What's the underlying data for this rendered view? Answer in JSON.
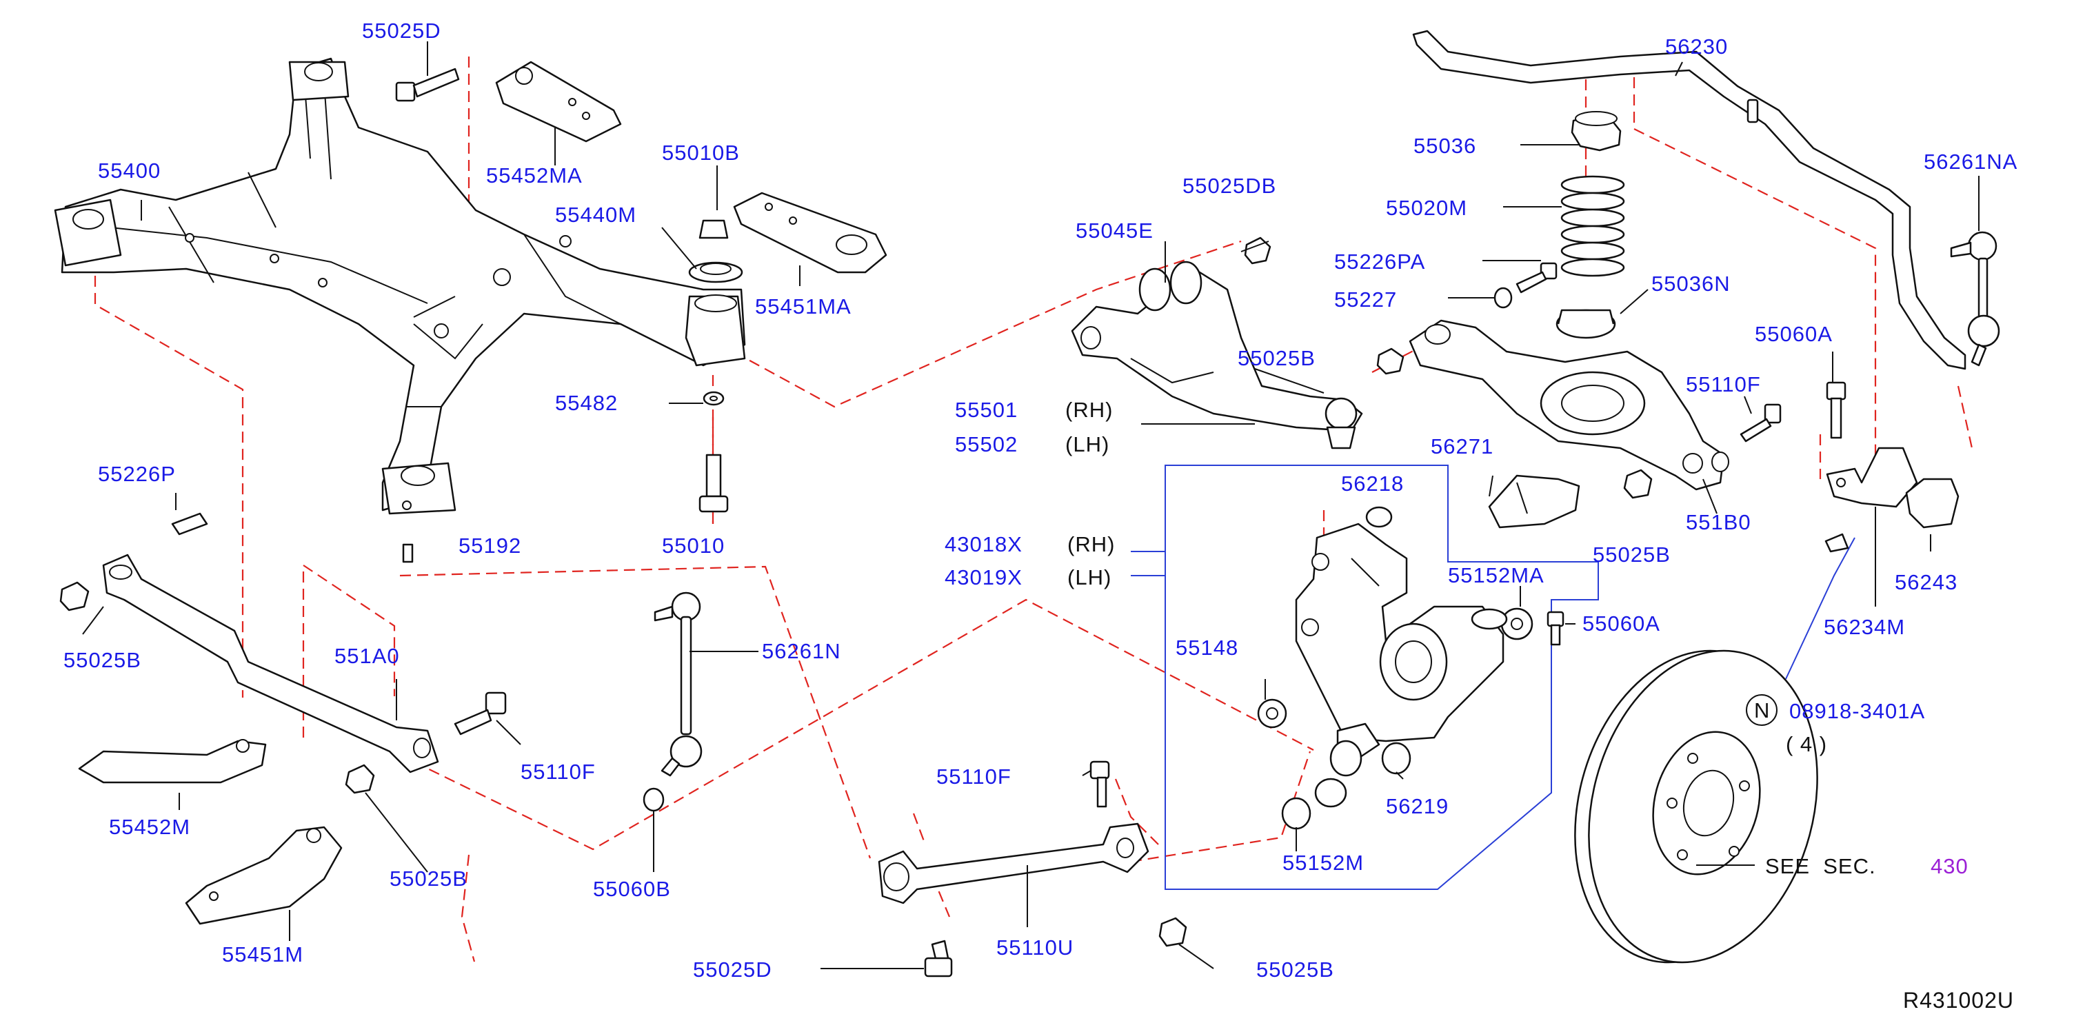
{
  "diagram_code": "R431002U",
  "see_section": {
    "prefix": "SEE  SEC.",
    "number": "430"
  },
  "note_symbol": "N",
  "labels": {
    "p55025D_top": "55025D",
    "p55452MA": "55452MA",
    "p55010B": "55010B",
    "p55440M": "55440M",
    "p55451MA": "55451MA",
    "p55400": "55400",
    "p55482": "55482",
    "p55226P": "55226P",
    "p55192": "55192",
    "p55010": "55010",
    "p55025B_left": "55025B",
    "p551A0": "551A0",
    "p55110F_left": "55110F",
    "p55452M": "55452M",
    "p55025B_lowerleft": "55025B",
    "p55451M": "55451M",
    "p56261N": "56261N",
    "p55060B": "55060B",
    "p55025DB": "55025DB",
    "p55045E": "55045E",
    "p55025B_mid": "55025B",
    "p55501": "55501",
    "p55501_side": "(RH)",
    "p55502": "55502",
    "p55502_side": "(LH)",
    "p43018": "43018X",
    "p43018_side": "(RH)",
    "p43019X": "43019X",
    "p43019X_side": "(LH)",
    "p56218": "56218",
    "p56271": "56271",
    "p55025B_knuckle": "55025B",
    "p55152MA": "55152MA",
    "p55060A_right": "55060A",
    "p55148": "55148",
    "p56219": "56219",
    "p55152M": "55152M",
    "p55110F_bottom": "55110F",
    "p55110U": "55110U",
    "p55025D_bottom": "55025D",
    "p55025B_bottom": "55025B",
    "p56230": "56230",
    "p55036": "55036",
    "p55020M": "55020M",
    "p55226PA": "55226PA",
    "p55227": "55227",
    "p55036N": "55036N",
    "p56261NA": "56261NA",
    "p55060A_upper": "55060A",
    "p55110F_right": "55110F",
    "p55180": "551B0",
    "p56243": "56243",
    "p56234M": "56234M",
    "p08918": "08918-3401A",
    "p08918_qty": "( 4 )"
  }
}
